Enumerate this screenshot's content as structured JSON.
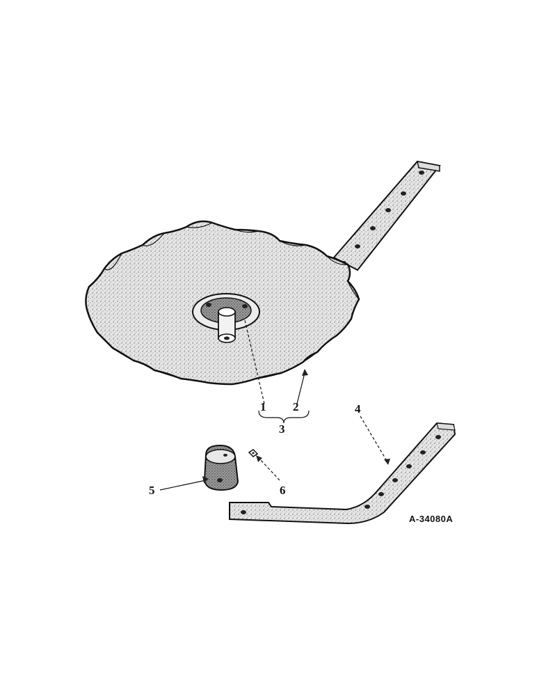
{
  "figure_id": "A-34080A",
  "callouts": {
    "part_1": "1",
    "part_2": "2",
    "part_3": "3",
    "part_4": "4",
    "part_5": "5",
    "part_6": "6"
  },
  "colors": {
    "ink": "#111111",
    "paper": "#ffffff",
    "shading": "#b8b8b8"
  }
}
